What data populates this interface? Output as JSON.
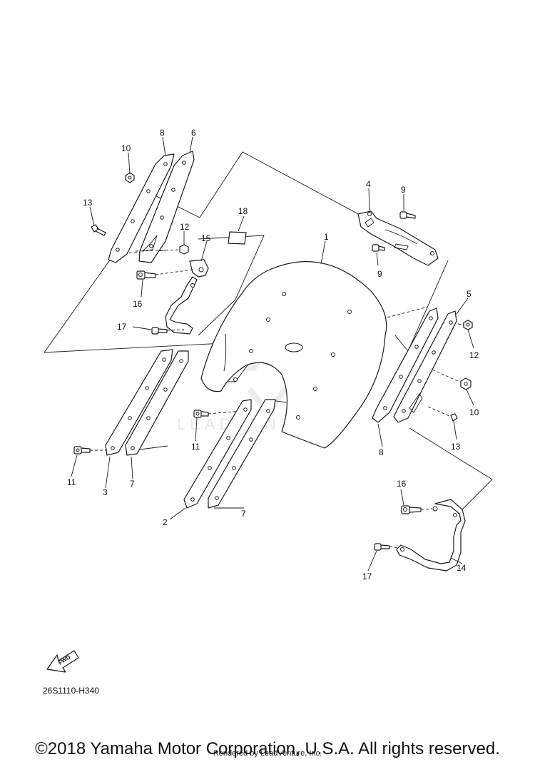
{
  "diagram": {
    "reference_code": "26S1110-H340",
    "fwd_label": "FWD",
    "watermark": "LEADVENTURE",
    "callouts": [
      "1",
      "2",
      "3",
      "4",
      "5",
      "6",
      "7",
      "7",
      "8",
      "8",
      "9",
      "9",
      "10",
      "10",
      "11",
      "11",
      "12",
      "12",
      "13",
      "13",
      "14",
      "15",
      "16",
      "16",
      "17",
      "17",
      "18"
    ]
  },
  "footer": {
    "copyright": "©2018 Yamaha Motor Corporation, U.S.A. All rights reserved.",
    "rendered_by": "Rendered by LeadVenture, Inc."
  }
}
